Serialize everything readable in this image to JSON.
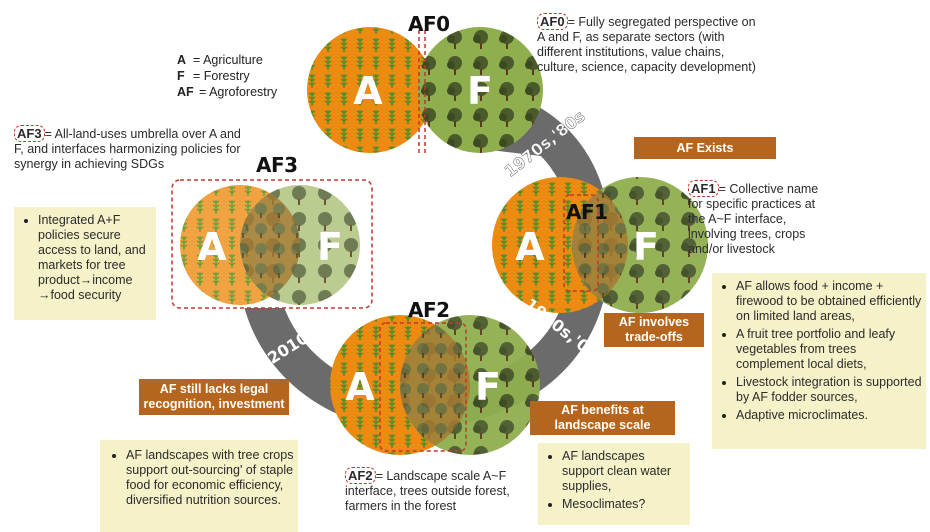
{
  "legend": [
    {
      "key": "A",
      "value": "= Agriculture"
    },
    {
      "key": "F",
      "value": "= Forestry"
    },
    {
      "key": "AF",
      "value": "= Agroforestry"
    }
  ],
  "stages": {
    "af0": {
      "label": "AF0",
      "code": "AF0",
      "desc": "= Fully segregated perspective on A and F, as separate sectors (with different institutions, value chains, culture, science, capacity development)"
    },
    "af1": {
      "label": "AF1",
      "code": "AF1",
      "desc": "= Collective name for specific practices at the A~F interface, involving trees, crops and/or livestock"
    },
    "af2": {
      "label": "AF2",
      "code": "AF2",
      "desc": "= Landscape scale A~F interface, trees outside forest, farmers in the forest"
    },
    "af3": {
      "label": "AF3",
      "code": "AF3",
      "desc": "= All-land-uses umbrella over A and F, and interfaces harmonizing policies for synergy in achieving SDGs"
    }
  },
  "circle_letters": {
    "a": "A",
    "f": "F"
  },
  "eras": {
    "e1": "1970s,'80s",
    "e2": "1990s,'00s",
    "e3": "2010s"
  },
  "banners": {
    "af_exists": "AF Exists",
    "tradeoffs": "AF involves trade-offs",
    "landscape": "AF benefits at landscape scale",
    "legal": "AF still lacks legal recognition, investment"
  },
  "notes": {
    "af3": [
      "Integrated A+F policies secure access to land, and markets for tree product→income →food security"
    ],
    "af1": [
      "AF allows food + income + firewood to be obtained efficiently on limited land areas,",
      "A fruit tree portfolio and leafy vegetables from trees complement local diets,",
      "Livestock integration is supported by AF fodder sources,",
      "Adaptive microclimates."
    ],
    "landscape": [
      "AF landscapes support clean water supplies,",
      "Mesoclimates?"
    ],
    "legal": [
      "AF landscapes with tree crops support out-sourcing' of staple food for economic efficiency, diversified nutrition sources."
    ]
  },
  "colors": {
    "agri": "#ec8a12",
    "forest": "#8fae4e",
    "banner": "#b5651d",
    "note": "#f5f1c8",
    "arrow": "#6b6b6b",
    "dash": "#c0392b"
  }
}
